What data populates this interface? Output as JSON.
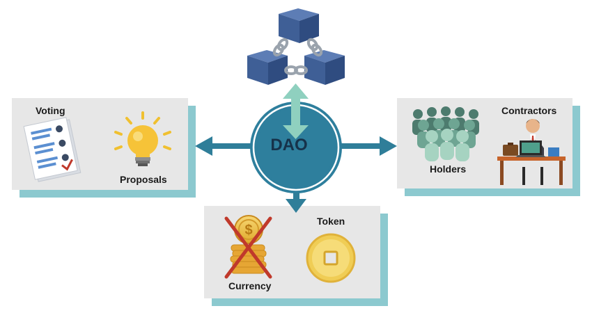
{
  "center": {
    "label": "DAO"
  },
  "panels": {
    "governance": {
      "voting_label": "Voting",
      "proposals_label": "Proposals"
    },
    "people": {
      "contractors_label": "Contractors",
      "holders_label": "Holders"
    },
    "money": {
      "token_label": "Token",
      "currency_label": "Currency"
    }
  },
  "icons": {
    "blockchain": "blockchain-cubes-icon",
    "voting": "ballot-checklist-icon",
    "proposals": "lightbulb-icon",
    "holders": "people-group-icon",
    "contractors": "businessman-at-desk-icon",
    "currency": "crossed-out-coin-stack-icon",
    "token": "token-coin-icon"
  },
  "colors": {
    "hub": "#2e7f9d",
    "arrow": "#2f7e99",
    "up_arrow": "#8fd0bf",
    "panel": "#e7e7e7",
    "panel_shadow": "#8cc9cf",
    "cube": "#3f5f96",
    "coin": "#f2c94c",
    "cross": "#c0392b"
  }
}
